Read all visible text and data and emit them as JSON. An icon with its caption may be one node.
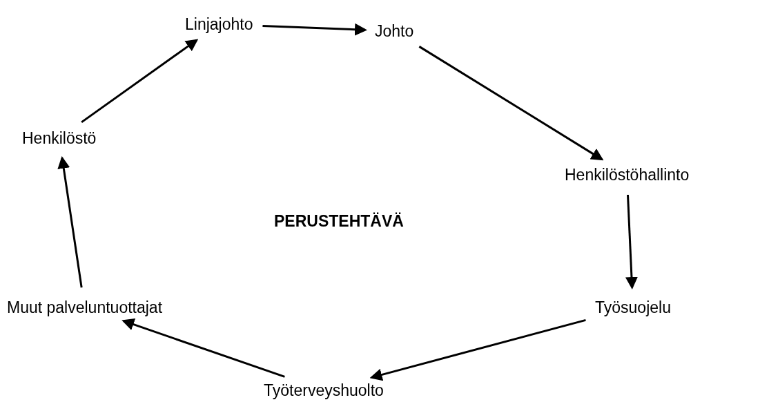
{
  "diagram": {
    "nodes": [
      {
        "text": [
          "Linjajohto"
        ]
      },
      {
        "text": [
          "Johto"
        ]
      },
      {
        "text": [
          "Henkilöstöhallinto"
        ]
      },
      {
        "text": [
          "Työsuojelu"
        ]
      },
      {
        "text": [
          "Työterveyshuolto"
        ]
      },
      {
        "text": [
          "Muut palveluntuottajat"
        ]
      },
      {
        "text": [
          "Henkilöstö"
        ]
      }
    ],
    "edges": [
      {
        "from": 0,
        "to": 1,
        "arrow": "to"
      },
      {
        "from": 1,
        "to": 2,
        "arrow": "to"
      },
      {
        "from": 2,
        "to": 3,
        "arrow": "to"
      },
      {
        "from": 3,
        "to": 4,
        "arrow": "to"
      },
      {
        "from": 4,
        "to": 5,
        "arrow": "to"
      },
      {
        "from": 5,
        "to": 6,
        "arrow": "to"
      },
      {
        "from": 6,
        "to": 0,
        "arrow": "to"
      }
    ],
    "labels": [
      "PERUSTEHTÄVÄ"
    ]
  }
}
